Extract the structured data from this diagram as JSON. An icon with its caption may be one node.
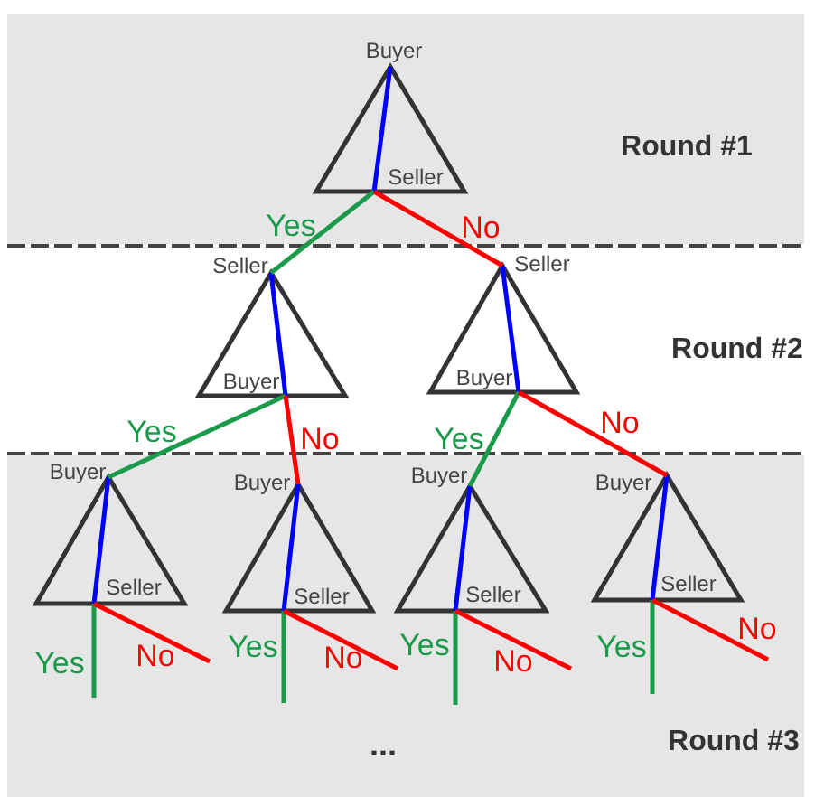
{
  "diagram": {
    "nodes": [
      {
        "text": [
          "Round #1"
        ]
      },
      {
        "text": [
          "Round #2"
        ]
      },
      {
        "text": [
          "Round #3"
        ]
      },
      {
        "text": [
          "Buyer",
          "Seller"
        ],
        "in": 0
      },
      {
        "text": [
          "Seller",
          "Buyer"
        ],
        "in": 1
      },
      {
        "text": [
          "Seller",
          "Buyer"
        ],
        "in": 1
      },
      {
        "text": [
          "Buyer",
          "Seller"
        ],
        "in": 2
      },
      {
        "text": [
          "Buyer",
          "Seller"
        ],
        "in": 2
      },
      {
        "text": [
          "Buyer",
          "Seller"
        ],
        "in": 2
      },
      {
        "text": [
          "Buyer",
          "Seller"
        ],
        "in": 2
      }
    ],
    "edges": [
      {
        "from": 3,
        "to": 4,
        "arrow": "none",
        "label": "Yes",
        "color": "#1a9a4a"
      },
      {
        "from": 3,
        "to": 5,
        "arrow": "none",
        "label": "No",
        "color": "#ff0000"
      },
      {
        "from": 4,
        "to": 6,
        "arrow": "none",
        "label": "Yes",
        "color": "#1a9a4a"
      },
      {
        "from": 4,
        "to": 7,
        "arrow": "none",
        "label": "No",
        "color": "#ff0000"
      },
      {
        "from": 5,
        "to": 8,
        "arrow": "none",
        "label": "Yes",
        "color": "#1a9a4a"
      },
      {
        "from": 5,
        "to": 9,
        "arrow": "none",
        "label": "No",
        "color": "#ff0000"
      },
      {
        "from": 6,
        "to": null,
        "arrow": "none",
        "label": "Yes",
        "color": "#1a9a4a"
      },
      {
        "from": 6,
        "to": null,
        "arrow": "none",
        "label": "No",
        "color": "#ff0000"
      },
      {
        "from": 7,
        "to": null,
        "arrow": "none",
        "label": "Yes",
        "color": "#1a9a4a"
      },
      {
        "from": 7,
        "to": null,
        "arrow": "none",
        "label": "No",
        "color": "#ff0000"
      },
      {
        "from": 8,
        "to": null,
        "arrow": "none",
        "label": "Yes",
        "color": "#1a9a4a"
      },
      {
        "from": 8,
        "to": null,
        "arrow": "none",
        "label": "No",
        "color": "#ff0000"
      },
      {
        "from": 9,
        "to": null,
        "arrow": "none",
        "label": "Yes",
        "color": "#1a9a4a"
      },
      {
        "from": 9,
        "to": null,
        "arrow": "none",
        "label": "No",
        "color": "#ff0000"
      }
    ],
    "labels": [
      "..."
    ]
  }
}
